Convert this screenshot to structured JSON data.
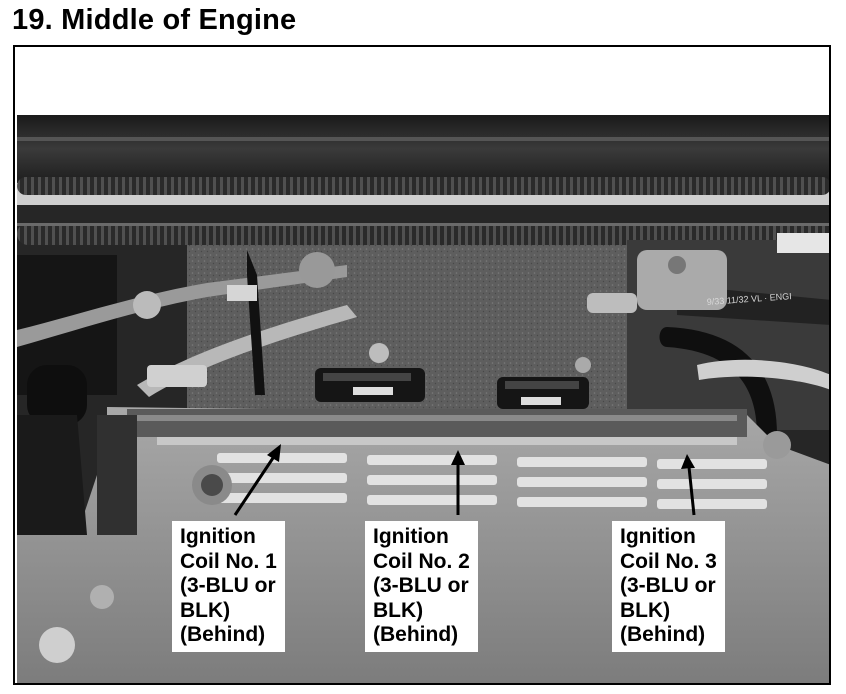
{
  "title": "19. Middle of Engine",
  "callouts": [
    {
      "lines": [
        "Ignition",
        "Coil No. 1",
        "(3-BLU or",
        "BLK)",
        "(Behind)"
      ]
    },
    {
      "lines": [
        "Ignition",
        "Coil No. 2",
        "(3-BLU or",
        "BLK)",
        "(Behind)"
      ]
    },
    {
      "lines": [
        "Ignition",
        "Coil No. 3",
        "(3-BLU or",
        "BLK)",
        "(Behind)"
      ]
    }
  ],
  "hose_marking": "9/33 11/32 VL · ENGI"
}
